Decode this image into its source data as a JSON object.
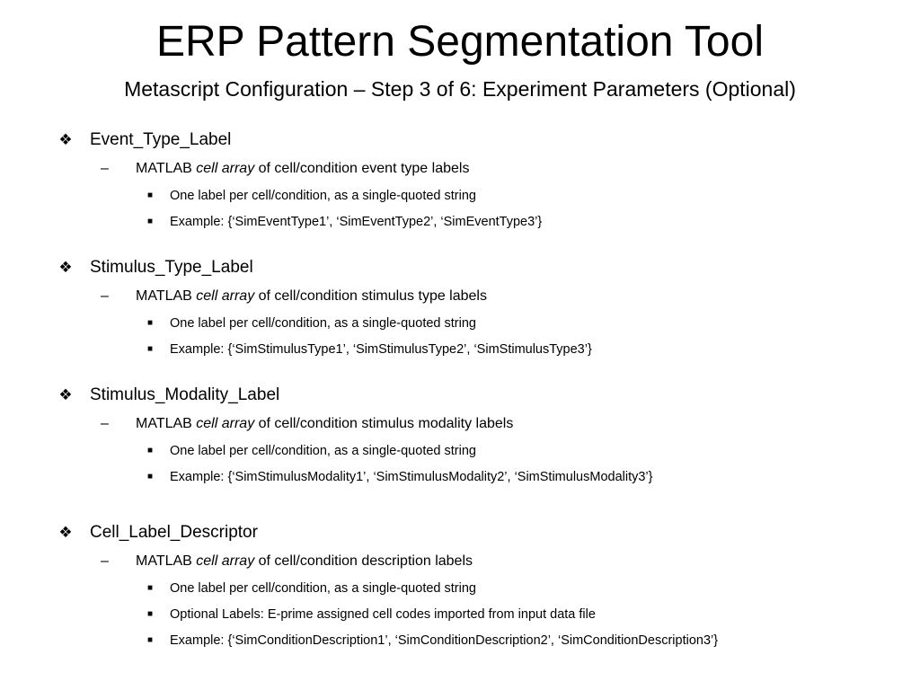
{
  "slide": {
    "title": "ERP Pattern Segmentation Tool",
    "subtitle": "Metascript Configuration – Step 3 of 6: Experiment Parameters (Optional)",
    "icons": {
      "level1": "diamond-bullet-icon",
      "level2": "dash-bullet-icon",
      "level3": "square-bullet-icon"
    },
    "sections": [
      {
        "label": "Event_Type_Label",
        "desc": {
          "pre": "MATLAB ",
          "em": "cell array",
          "post": " of cell/condition event type labels"
        },
        "bullets": [
          "One label per cell/condition, as a single-quoted string",
          "Example: {‘SimEventType1’, ‘SimEventType2’, ‘SimEventType3’}"
        ]
      },
      {
        "label": "Stimulus_Type_Label",
        "desc": {
          "pre": "MATLAB ",
          "em": "cell array",
          "post": " of cell/condition stimulus type labels"
        },
        "bullets": [
          "One label per cell/condition, as a single-quoted string",
          "Example: {‘SimStimulusType1’, ‘SimStimulusType2’, ‘SimStimulusType3’}"
        ]
      },
      {
        "label": "Stimulus_Modality_Label",
        "desc": {
          "pre": "MATLAB ",
          "em": "cell array",
          "post": " of cell/condition stimulus modality labels"
        },
        "bullets": [
          "One label per cell/condition, as a single-quoted string",
          "Example: {‘SimStimulusModality1’, ‘SimStimulusModality2’, ‘SimStimulusModality3’}"
        ]
      },
      {
        "label": "Cell_Label_Descriptor",
        "desc": {
          "pre": "MATLAB ",
          "em": "cell array",
          "post": " of cell/condition description labels"
        },
        "bullets": [
          "One label per cell/condition, as a single-quoted string",
          "Optional Labels: E-prime assigned cell codes imported from input data file",
          "Example: {‘SimConditionDescription1’, ‘SimConditionDescription2’, ‘SimConditionDescription3’}"
        ]
      }
    ]
  }
}
